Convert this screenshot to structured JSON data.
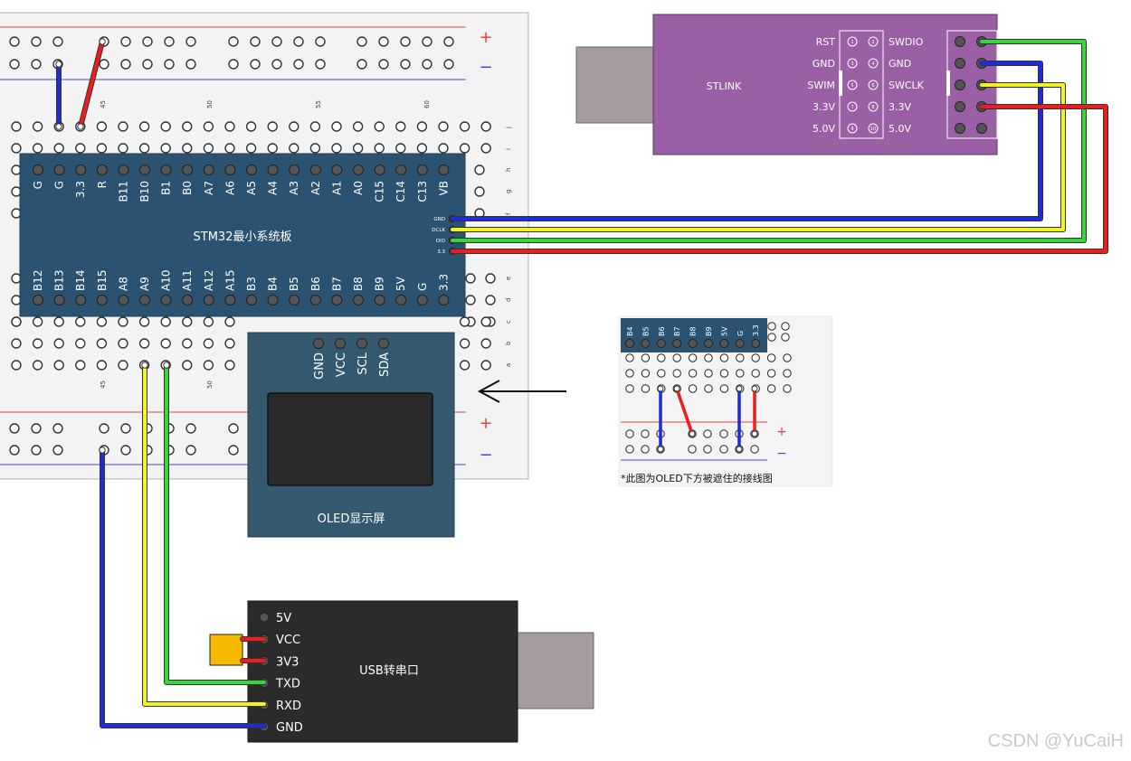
{
  "mcu_board": {
    "title": "STM32最小系统板",
    "top_pins": [
      "G",
      "G",
      "3.3",
      "R",
      "B11",
      "B10",
      "B1",
      "B0",
      "A7",
      "A6",
      "A5",
      "A4",
      "A3",
      "A2",
      "A1",
      "A0",
      "C15",
      "C14",
      "C13",
      "VB"
    ],
    "bottom_pins": [
      "B12",
      "B13",
      "B14",
      "B15",
      "A8",
      "A9",
      "A10",
      "A11",
      "A12",
      "A15",
      "B3",
      "B4",
      "B5",
      "B6",
      "B7",
      "B8",
      "B9",
      "5V",
      "G",
      "3.3"
    ],
    "swd_pins": [
      "GND",
      "DCLK",
      "DIO",
      "3.3"
    ]
  },
  "stlink": {
    "title": "STLINK",
    "left_labels": [
      "RST",
      "GND",
      "SWIM",
      "3.3V",
      "5.0V"
    ],
    "right_labels": [
      "SWDIO",
      "GND",
      "SWCLK",
      "3.3V",
      "5.0V"
    ],
    "pin_numbers": [
      "1",
      "2",
      "3",
      "4",
      "5",
      "6",
      "7",
      "8",
      "9",
      "10"
    ]
  },
  "oled": {
    "title": "OLED显示屏",
    "pins": [
      "GND",
      "VCC",
      "SCL",
      "SDA"
    ]
  },
  "usb_serial": {
    "title": "USB转串口",
    "pins": [
      "5V",
      "VCC",
      "3V3",
      "TXD",
      "RXD",
      "GND"
    ]
  },
  "breadboard": {
    "column_numbers": [
      "45",
      "50",
      "55",
      "60"
    ],
    "bottom_column_numbers": [
      "45",
      "50"
    ],
    "row_letters_upper": [
      "j",
      "i",
      "h",
      "g",
      "f"
    ],
    "row_letters_lower": [
      "e",
      "d",
      "c",
      "b",
      "a"
    ],
    "rail_plus": "+",
    "rail_minus": "−"
  },
  "inset": {
    "pins": [
      "B4",
      "B5",
      "B6",
      "B7",
      "B8",
      "B9",
      "5V",
      "G",
      "3.3"
    ],
    "caption": "*此图为OLED下方被遮住的接线图",
    "rail_plus": "+",
    "rail_minus": "−"
  },
  "watermark": "CSDN @YuCaiH",
  "colors": {
    "board_blue": "#2b5270",
    "stlink_purple": "#9a5fa4",
    "usb_dark": "#2b2b2b",
    "wire_red": "#ee1c1c",
    "wire_blue": "#1f2ad8",
    "wire_green": "#39d639",
    "wire_yellow": "#f3f31e"
  }
}
